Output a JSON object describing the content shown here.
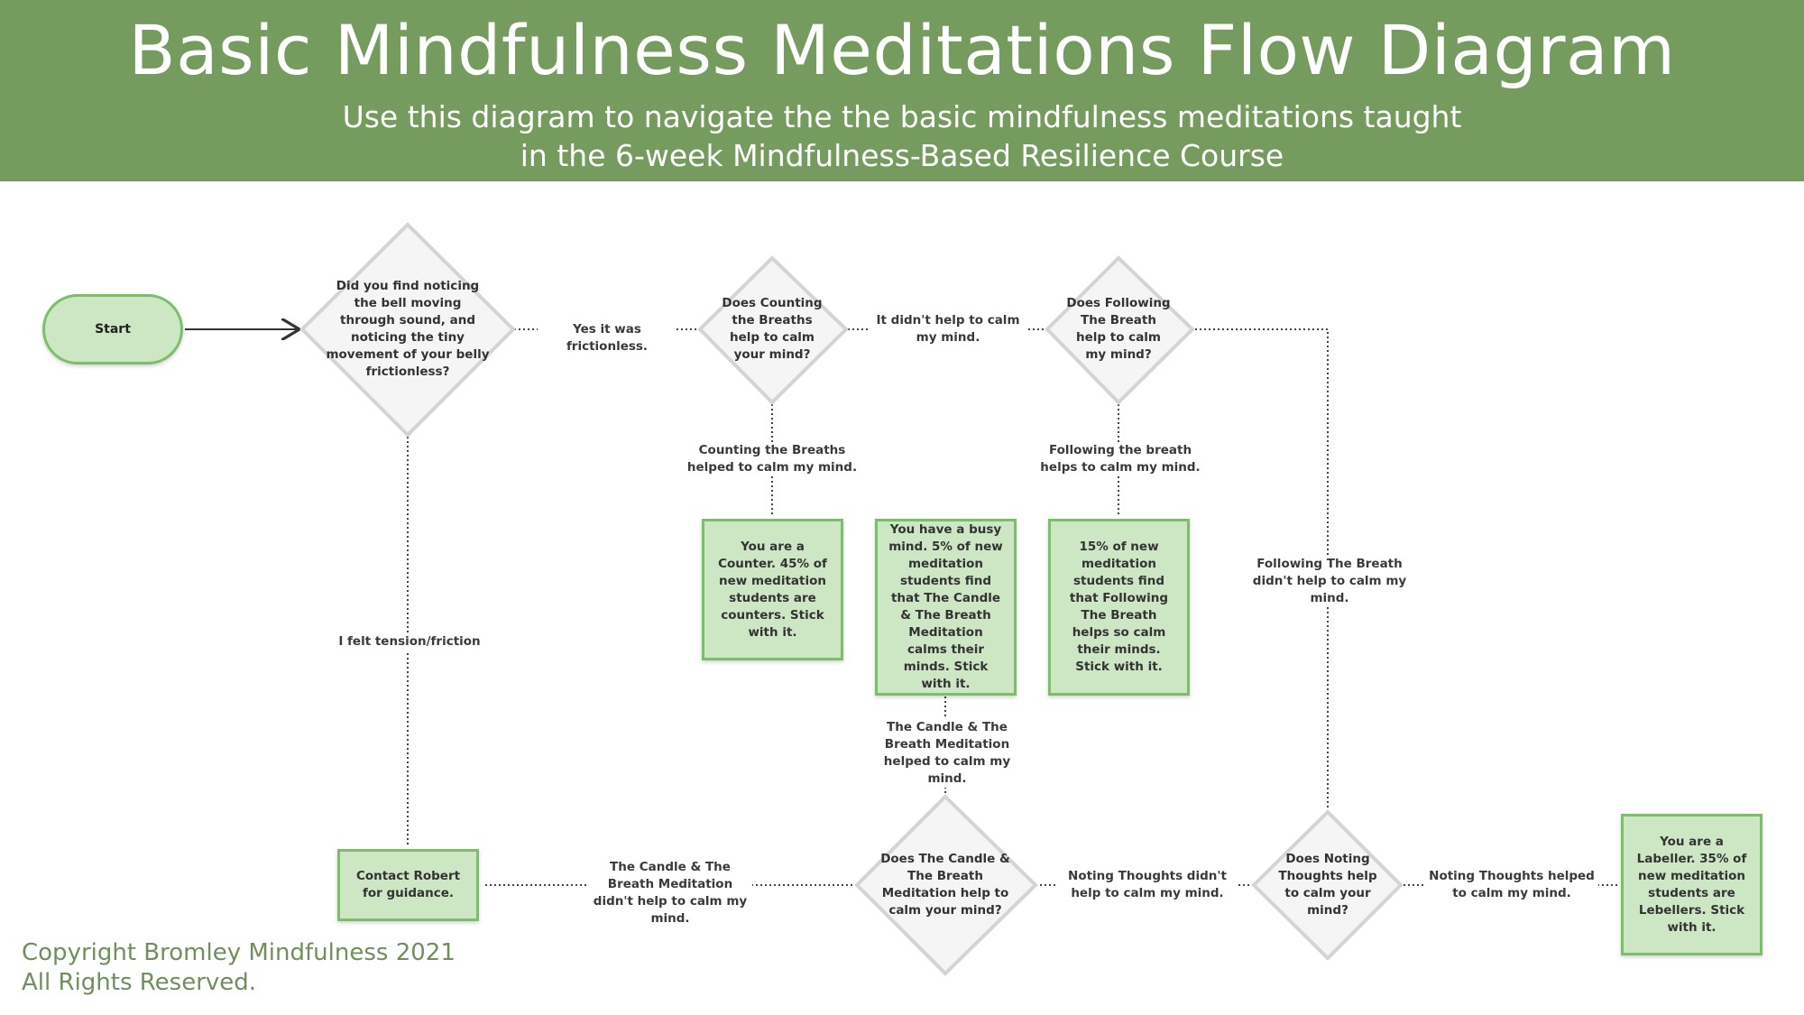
{
  "header": {
    "title": "Basic Mindfulness Meditations Flow Diagram",
    "subtitle_line1": "Use this diagram to navigate the the basic mindfulness meditations taught",
    "subtitle_line2": "in the 6-week Mindfulness-Based Resilience Course"
  },
  "nodes": {
    "start": "Start",
    "d1": "Did you find noticing the bell moving through sound, and noticing the tiny movement of your belly frictionless?",
    "d2": "Does Counting the Breaths help to calm your mind?",
    "d3": "Does Following The Breath help to calm my mind?",
    "d4": "Does The Candle & The Breath Meditation help to calm your mind?",
    "d5": "Does Noting Thoughts help to calm your mind?",
    "box_counter": "You are a Counter. 45% of new meditation students are counters. Stick with it.",
    "box_busy": "You have a busy mind. 5% of new meditation students find that The Candle & The Breath Meditation calms their minds. Stick with it.",
    "box_following": "15% of new meditation students find that Following The Breath helps so calm their minds. Stick with it.",
    "box_contact": "Contact Robert for guidance.",
    "box_labeller": "You are a Labeller. 35% of new meditation students are Lebellers. Stick with it."
  },
  "edges": {
    "yes_frictionless": "Yes it was frictionless.",
    "didnt_help": "It didn't help to calm my mind.",
    "counting_helped": "Counting the Breaths helped to calm my mind.",
    "following_helps": "Following the breath helps to calm my mind.",
    "following_didnt": "Following The Breath didn't help to calm my mind.",
    "felt_tension": "I felt tension/friction",
    "candle_helped": "The Candle & The Breath Meditation helped to calm my mind.",
    "candle_didnt": "The Candle & The Breath Meditation didn't help to calm my mind.",
    "noting_didnt": "Noting Thoughts didn't help to calm my mind.",
    "noting_helped": "Noting Thoughts helped to calm my mind."
  },
  "footer": {
    "copyright_line1": "Copyright Bromley Mindfulness 2021",
    "copyright_line2": "All Rights Reserved."
  }
}
